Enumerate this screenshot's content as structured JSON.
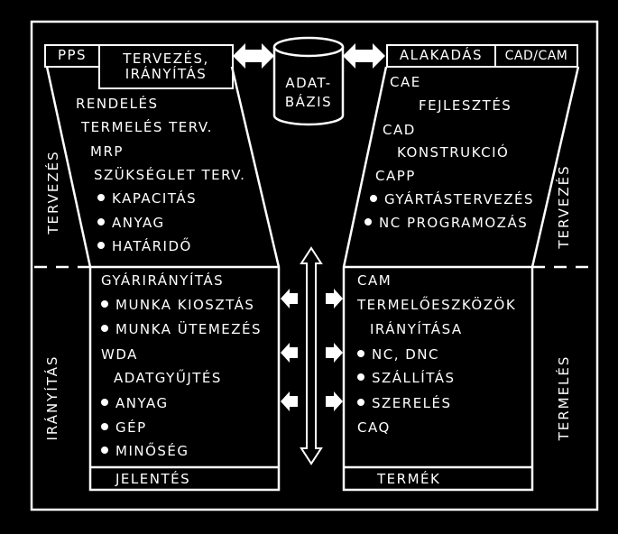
{
  "top_bar": {
    "pps": "PPS",
    "tervezes_iranyitas": [
      "TERVEZÉS,",
      "IRÁNYÍTÁS"
    ],
    "alakadas": "ALAKADÁS",
    "cadcam": "CAD/CAM"
  },
  "database": [
    "ADAT-",
    "BÁZIS"
  ],
  "left_upper": {
    "rendeles": "RENDELÉS",
    "termeles_terv": "TERMELÉS TERV.",
    "mrp": "MRP",
    "szukseglet": "SZÜKSÉGLET TERV.",
    "kapacitas": "KAPACITÁS",
    "anyag": "ANYAG",
    "hatarido": "HATÁRIDŐ"
  },
  "right_upper": {
    "cae": "CAE",
    "fejlesztes": "FEJLESZTÉS",
    "cad": "CAD",
    "konstrukcio": "KONSTRUKCIÓ",
    "capp": "CAPP",
    "gyartastervezes": "GYÁRTÁSTERVEZÉS",
    "nc_programozas": "NC PROGRAMOZÁS"
  },
  "left_lower": {
    "gyariranyitas": "GYÁRIRÁNYÍTÁS",
    "munka_kiosztas": "MUNKA KIOSZTÁS",
    "munka_utemezes": "MUNKA ÜTEMEZÉS",
    "wda": "WDA",
    "adatgyujtes": "ADATGYŰJTÉS",
    "anyag": "ANYAG",
    "gep": "GÉP",
    "minoseg": "MINŐSÉG",
    "jelentes": "JELENTÉS"
  },
  "right_lower": {
    "cam": "CAM",
    "termeloeszkozok": "TERMELŐESZKÖZÖK",
    "iranyitasa": "IRÁNYÍTÁSA",
    "nc_dnc": "NC, DNC",
    "szallitas": "SZÁLLÍTÁS",
    "szereles": "SZERELÉS",
    "caq": "CAQ",
    "termek": "TERMÉK"
  },
  "side_labels": {
    "left_top": "TERVEZÉS",
    "left_bottom": "IRÁNYÍTÁS",
    "right_top": "TERVEZÉS",
    "right_bottom": "TERMELÉS"
  }
}
